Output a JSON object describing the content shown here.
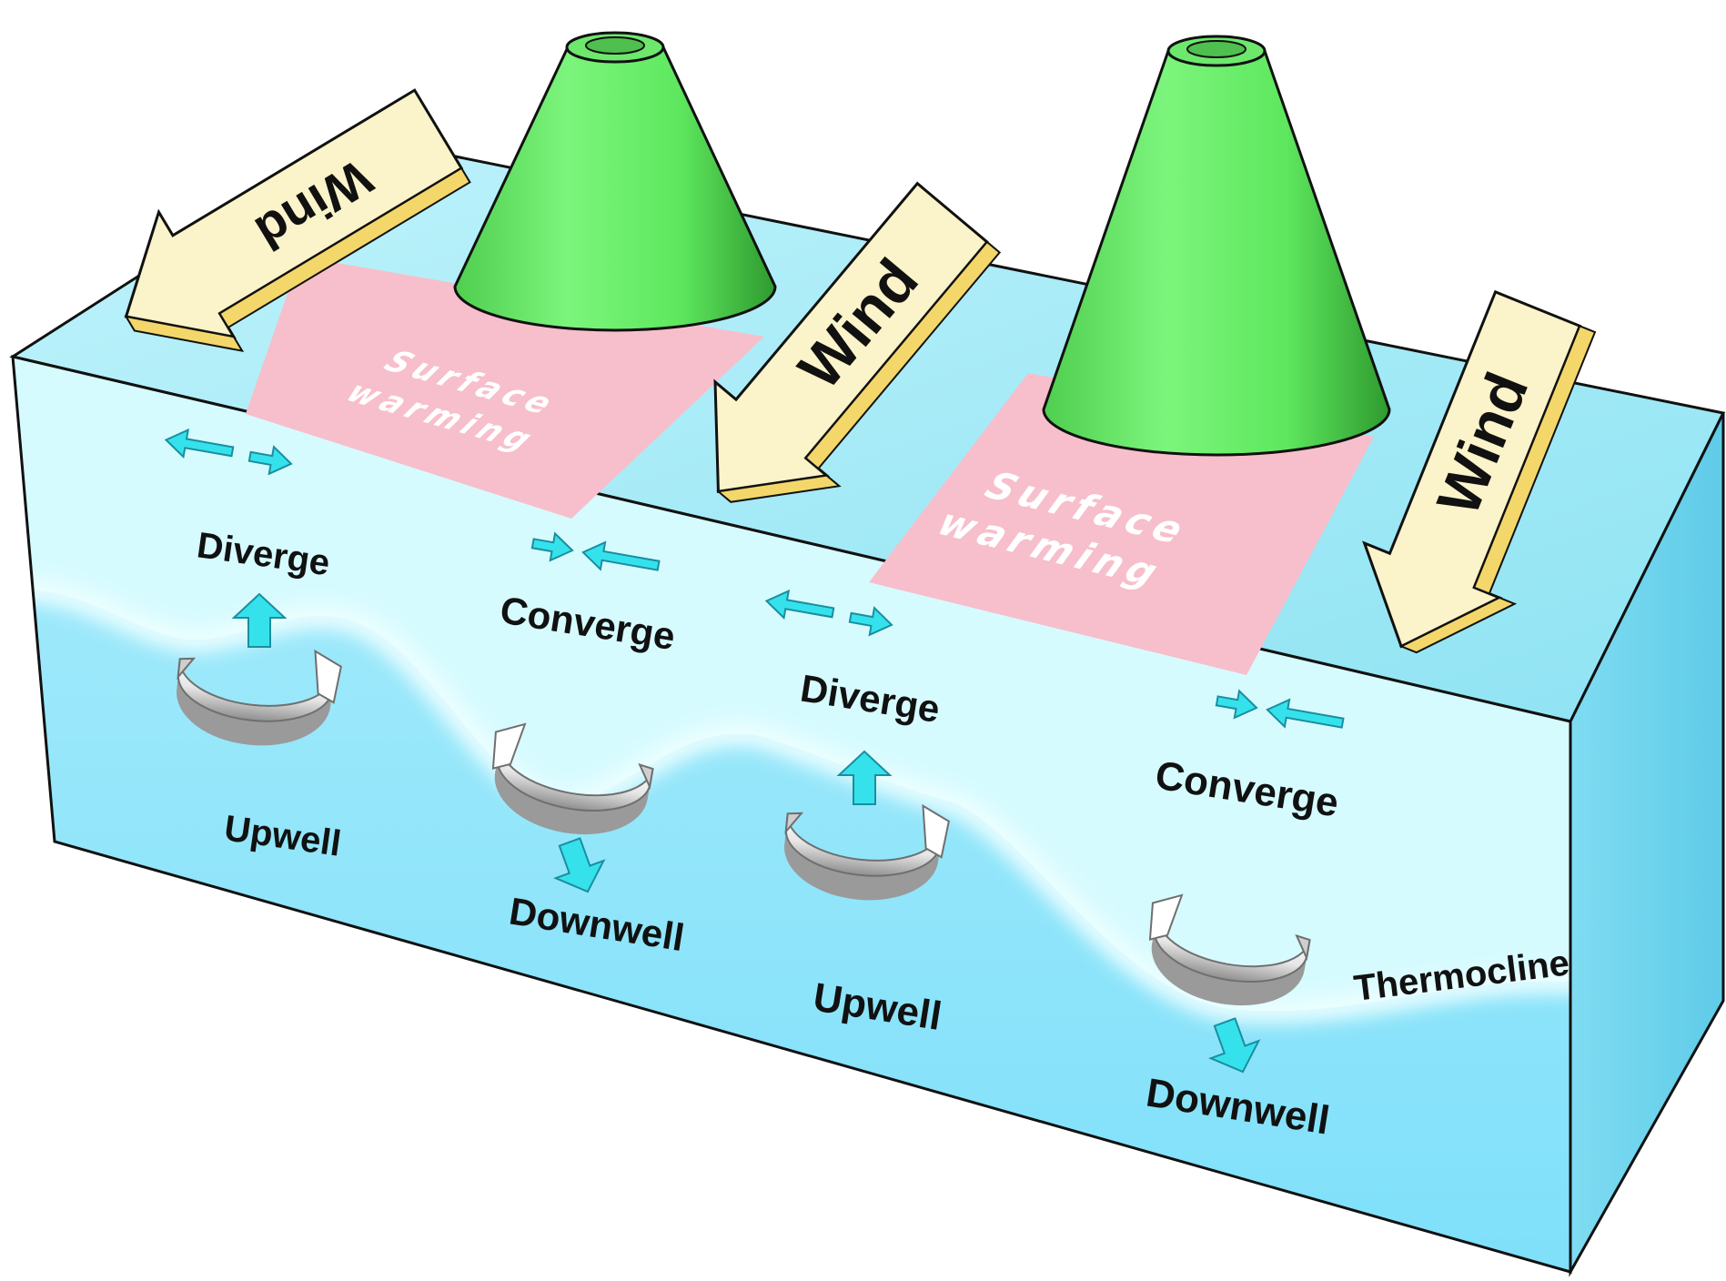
{
  "diagram": {
    "wind_labels": [
      "Wind",
      "Wind",
      "Wind"
    ],
    "surface_warming": [
      {
        "line1": "Surface",
        "line2": "warming"
      },
      {
        "line1": "Surface",
        "line2": "warming"
      }
    ],
    "diverge_labels": [
      "Diverge",
      "Diverge"
    ],
    "converge_labels": [
      "Converge",
      "Converge"
    ],
    "upwell_labels": [
      "Upwell",
      "Upwell"
    ],
    "downwell_labels": [
      "Downwell",
      "Downwell"
    ],
    "thermocline_label": "Thermocline",
    "colors": {
      "ocean_top": "#9ee6f2",
      "ocean_front_light": "#d6fbff",
      "ocean_front_deep": "#86e3fb",
      "ocean_side": "#6fd6f0",
      "island": "#66ee66",
      "island_dark": "#2f9a2f",
      "warming": "#f7bfcb",
      "wind_arrow": "#fbf3c9",
      "wind_arrow_side": "#f4d76a",
      "flow_arrow": "#35e2ec",
      "swirl": "#d8d8d8"
    }
  }
}
